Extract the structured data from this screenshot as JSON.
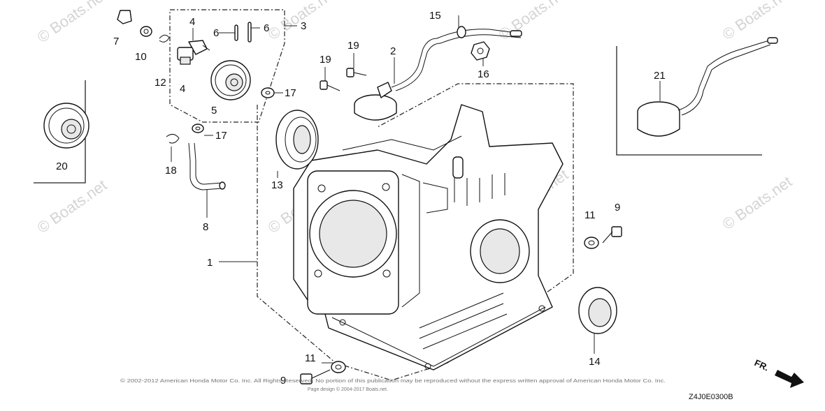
{
  "watermark": {
    "text": "© Boats.net",
    "color": "#d4d4d4"
  },
  "diagram_code": "Z4J0E0300B",
  "direction_marker": "FR.",
  "copyright_lines": [
    "© 2002-2012 American Honda Motor Co. Inc. All Rights Reserved. No portion of this publication may be reproduced without the express written approval of American Honda Motor Co. Inc.",
    "Page design © 2004-2017 Boats.net."
  ],
  "callouts": [
    "1",
    "2",
    "3",
    "4",
    "4",
    "5",
    "6",
    "6",
    "7",
    "8",
    "9",
    "9",
    "10",
    "11",
    "11",
    "12",
    "13",
    "14",
    "15",
    "16",
    "17",
    "17",
    "18",
    "19",
    "19",
    "20",
    "21"
  ],
  "parts": [
    {
      "ref": "1",
      "icon": "cylinder-barrel-icon"
    },
    {
      "ref": "2",
      "icon": "oil-level-switch-icon"
    },
    {
      "ref": "3",
      "icon": "governor-assembly-icon"
    },
    {
      "ref": "4",
      "icon": "governor-holder-icon"
    },
    {
      "ref": "5",
      "icon": "governor-gear-icon"
    },
    {
      "ref": "6",
      "icon": "pin-icon"
    },
    {
      "ref": "7",
      "icon": "breather-plug-icon"
    },
    {
      "ref": "8",
      "icon": "breather-tube-icon"
    },
    {
      "ref": "9",
      "icon": "drain-bolt-icon"
    },
    {
      "ref": "10",
      "icon": "washer-icon"
    },
    {
      "ref": "11",
      "icon": "sealing-washer-icon"
    },
    {
      "ref": "12",
      "icon": "clip-icon"
    },
    {
      "ref": "13",
      "icon": "ball-bearing-icon"
    },
    {
      "ref": "14",
      "icon": "oil-seal-icon"
    },
    {
      "ref": "15",
      "icon": "wire-harness-icon"
    },
    {
      "ref": "16",
      "icon": "nut-icon"
    },
    {
      "ref": "17",
      "icon": "washer-icon"
    },
    {
      "ref": "18",
      "icon": "tube-clip-icon"
    },
    {
      "ref": "19",
      "icon": "bolt-icon"
    },
    {
      "ref": "20",
      "icon": "governor-gear-icon"
    },
    {
      "ref": "21",
      "icon": "oil-alert-switch-icon"
    }
  ]
}
